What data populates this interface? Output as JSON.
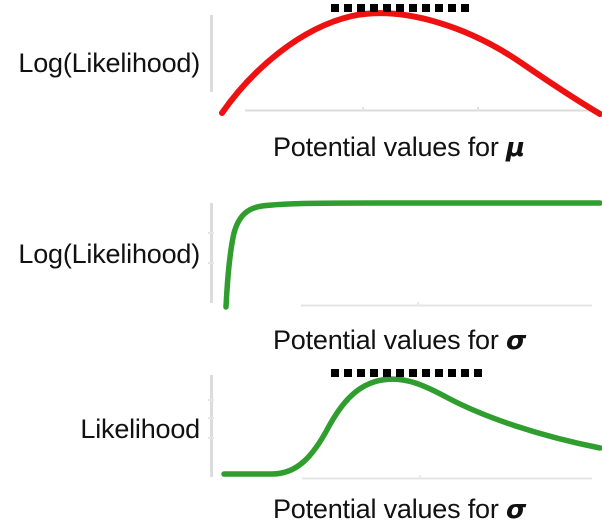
{
  "figure": {
    "background_color": "#ffffff",
    "panels": [
      {
        "id": "panel-log-likelihood-mu",
        "ylabel": "Log(Likelihood)",
        "xlabel_prefix": "Potential values for ",
        "xlabel_symbol": "μ",
        "curve_color": "#ee1111",
        "axis_color": "#d8d8d8",
        "tangent_color": "#000000",
        "tangent_dot_count": 11
      },
      {
        "id": "panel-log-likelihood-sigma",
        "ylabel": "Log(Likelihood)",
        "xlabel_prefix": "Potential values for ",
        "xlabel_symbol": "σ",
        "curve_color": "#2f9e2f",
        "axis_color": "#d8d8d8",
        "tangent_color": "#000000",
        "tangent_dot_count": 0
      },
      {
        "id": "panel-likelihood-sigma",
        "ylabel": "Likelihood",
        "xlabel_prefix": "Potential values for ",
        "xlabel_symbol": "σ",
        "curve_color": "#2f9e2f",
        "axis_color": "#d8d8d8",
        "tangent_color": "#000000",
        "tangent_dot_count": 12
      }
    ]
  },
  "chart_data": [
    {
      "type": "line",
      "title": "",
      "xlabel": "Potential values for μ",
      "ylabel": "Log(Likelihood)",
      "grid": false,
      "legend": "none",
      "axis_ticks_labeled": false,
      "annotations": [
        "dashed horizontal tangent at the maximum"
      ],
      "series": [
        {
          "name": "Log-likelihood of μ",
          "color": "#ee1111",
          "x": [
            0.0,
            0.08,
            0.17,
            0.25,
            0.33,
            0.42,
            0.5,
            0.58,
            0.67,
            0.75,
            0.83,
            0.92,
            1.0
          ],
          "y": [
            0.0,
            0.36,
            0.64,
            0.84,
            0.95,
            1.0,
            0.99,
            0.95,
            0.85,
            0.7,
            0.5,
            0.26,
            0.0
          ]
        }
      ],
      "xlim": [
        0,
        1
      ],
      "ylim": [
        0,
        1.1
      ]
    },
    {
      "type": "line",
      "title": "",
      "xlabel": "Potential values for σ",
      "ylabel": "Log(Likelihood)",
      "grid": false,
      "legend": "none",
      "axis_ticks_labeled": false,
      "annotations": [],
      "series": [
        {
          "name": "Log-likelihood of σ",
          "color": "#2f9e2f",
          "x": [
            0.0,
            0.02,
            0.05,
            0.08,
            0.12,
            0.17,
            0.25,
            0.35,
            0.5,
            0.65,
            0.8,
            1.0
          ],
          "y": [
            0.0,
            0.4,
            0.72,
            0.86,
            0.93,
            0.96,
            0.98,
            0.99,
            1.0,
            1.0,
            1.0,
            1.0
          ]
        }
      ],
      "xlim": [
        0,
        1
      ],
      "ylim": [
        0,
        1.05
      ]
    },
    {
      "type": "line",
      "title": "",
      "xlabel": "Potential values for σ",
      "ylabel": "Likelihood",
      "grid": false,
      "legend": "none",
      "axis_ticks_labeled": false,
      "annotations": [
        "dashed horizontal tangent at the maximum"
      ],
      "series": [
        {
          "name": "Likelihood of σ",
          "color": "#2f9e2f",
          "x": [
            0.0,
            0.1,
            0.18,
            0.25,
            0.32,
            0.4,
            0.47,
            0.55,
            0.62,
            0.72,
            0.85,
            1.0
          ],
          "y": [
            0.02,
            0.02,
            0.04,
            0.18,
            0.52,
            0.86,
            0.98,
            1.0,
            0.93,
            0.78,
            0.63,
            0.48
          ]
        }
      ],
      "xlim": [
        0,
        1
      ],
      "ylim": [
        0,
        1.05
      ]
    }
  ]
}
